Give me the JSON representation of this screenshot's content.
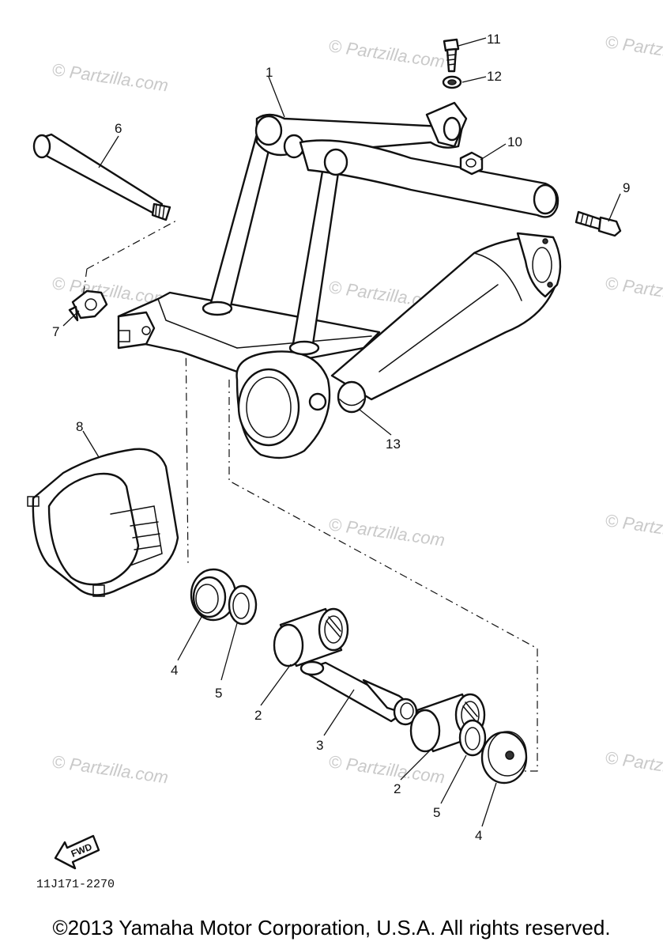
{
  "watermark": "© Partzilla.com",
  "callouts": {
    "p1": "1",
    "p2a": "2",
    "p2b": "2",
    "p3": "3",
    "p4a": "4",
    "p4b": "4",
    "p5a": "5",
    "p5b": "5",
    "p6": "6",
    "p7": "7",
    "p8": "8",
    "p9": "9",
    "p10": "10",
    "p11": "11",
    "p12": "12",
    "p13": "13"
  },
  "fwd_label": "FWD",
  "diagram_code": "11J171-2270",
  "copyright": "©2013  Yamaha Motor Corporation, U.S.A. All rights reserved."
}
